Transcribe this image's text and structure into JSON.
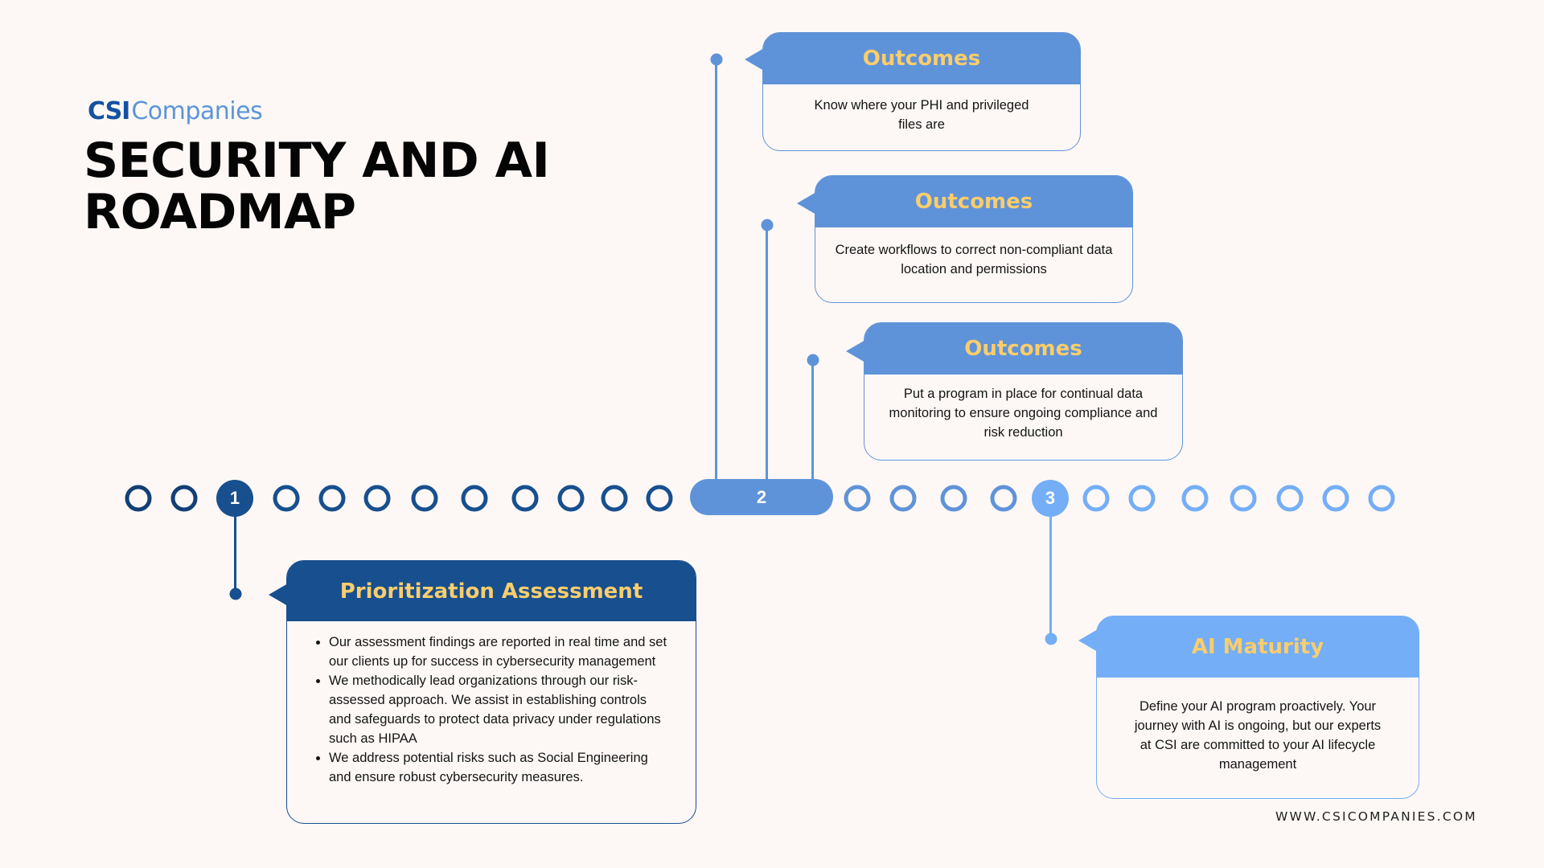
{
  "brand": {
    "logo_strong": "CSI",
    "logo_light": "Companies",
    "footer_url": "WWW.CSICOMPANIES.COM"
  },
  "title": {
    "line1": "SECURITY AND AI",
    "line2": "ROADMAP"
  },
  "colors": {
    "background": "#fdf8f6",
    "dark_blue": "#174f8f",
    "mid_blue": "#5f93d9",
    "light_blue": "#74aef7",
    "heading_gold": "#fbcd6b"
  },
  "timeline": {
    "markers": [
      "1",
      "2",
      "3"
    ]
  },
  "stages": [
    {
      "heading": "Prioritization Assessment",
      "bullets": [
        "Our assessment findings are reported in real time and set our clients up for success in cybersecurity management",
        "We methodically lead organizations through our risk-assessed approach. We assist in establishing controls and safeguards to protect data privacy under regulations such as HIPAA",
        "We address potential risks such as Social Engineering and ensure robust cybersecurity measures."
      ]
    },
    {
      "outcomes": [
        {
          "heading": "Outcomes",
          "text": "Know where your PHI and privileged files are"
        },
        {
          "heading": "Outcomes",
          "text": "Create workflows to correct non-compliant data location and permissions"
        },
        {
          "heading": "Outcomes",
          "text": "Put a program in place for continual data monitoring to ensure ongoing compliance and risk reduction"
        }
      ]
    },
    {
      "heading": "AI Maturity",
      "text": "Define your AI program proactively. Your journey with AI is ongoing, but our experts at CSI are committed to your AI lifecycle management"
    }
  ]
}
